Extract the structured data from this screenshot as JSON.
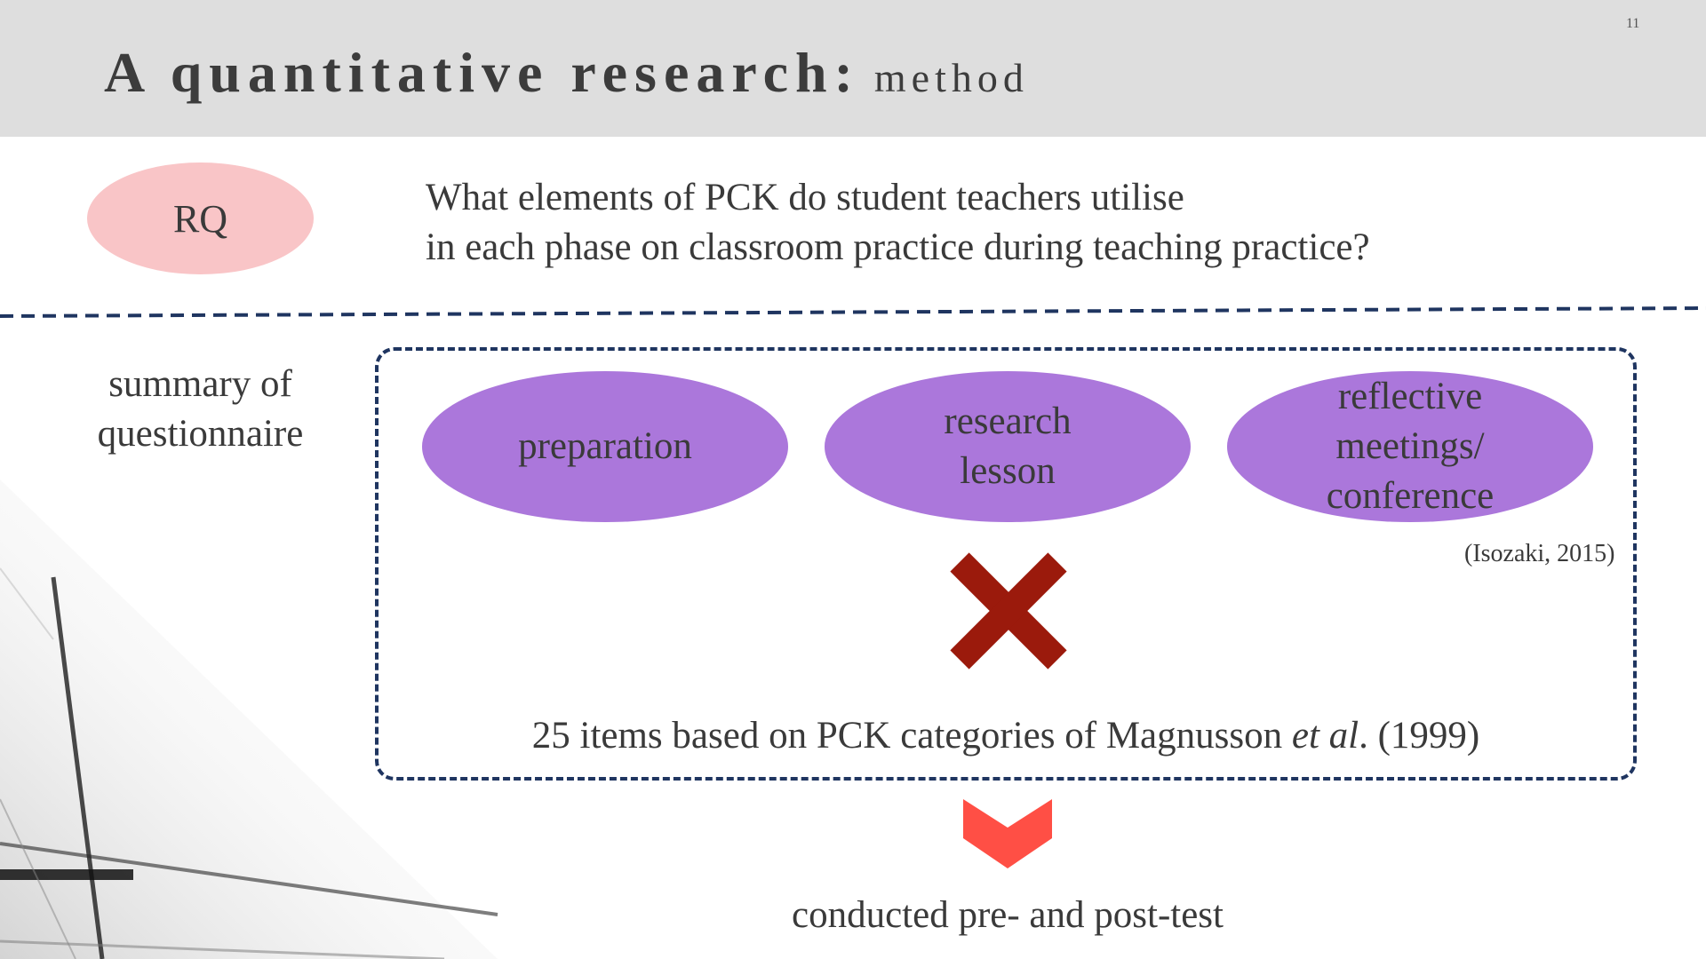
{
  "header": {
    "title_main": "A quantitative research:",
    "title_sub": "method",
    "page_number": "11"
  },
  "rq": {
    "label": "RQ",
    "question_line1": "What elements of PCK do student teachers utilise",
    "question_line2": "in each phase on classroom practice during teaching practice?"
  },
  "questionnaire": {
    "label_line1": "summary of",
    "label_line2": "questionnaire",
    "phases": [
      {
        "line1": "preparation",
        "line2": "",
        "line3": ""
      },
      {
        "line1": "research",
        "line2": "lesson",
        "line3": ""
      },
      {
        "line1": "reflective",
        "line2": "meetings/",
        "line3": "conference"
      }
    ],
    "citation": "(Isozaki, 2015)",
    "items_prefix": "25 items based on PCK categories of Magnusson ",
    "items_italic": "et al",
    "items_suffix": ". (1999)"
  },
  "result": {
    "text": "conducted pre- and post-test"
  },
  "colors": {
    "header_bg": "#dedede",
    "rq_oval": "#f9c5c7",
    "phase_oval": "#ab77db",
    "dashed_line": "#1f3560",
    "cross": "#9b1a0c",
    "chevron": "#ff4f45"
  },
  "icons": {
    "cross": "cross-icon",
    "chevron": "chevron-down-icon"
  }
}
